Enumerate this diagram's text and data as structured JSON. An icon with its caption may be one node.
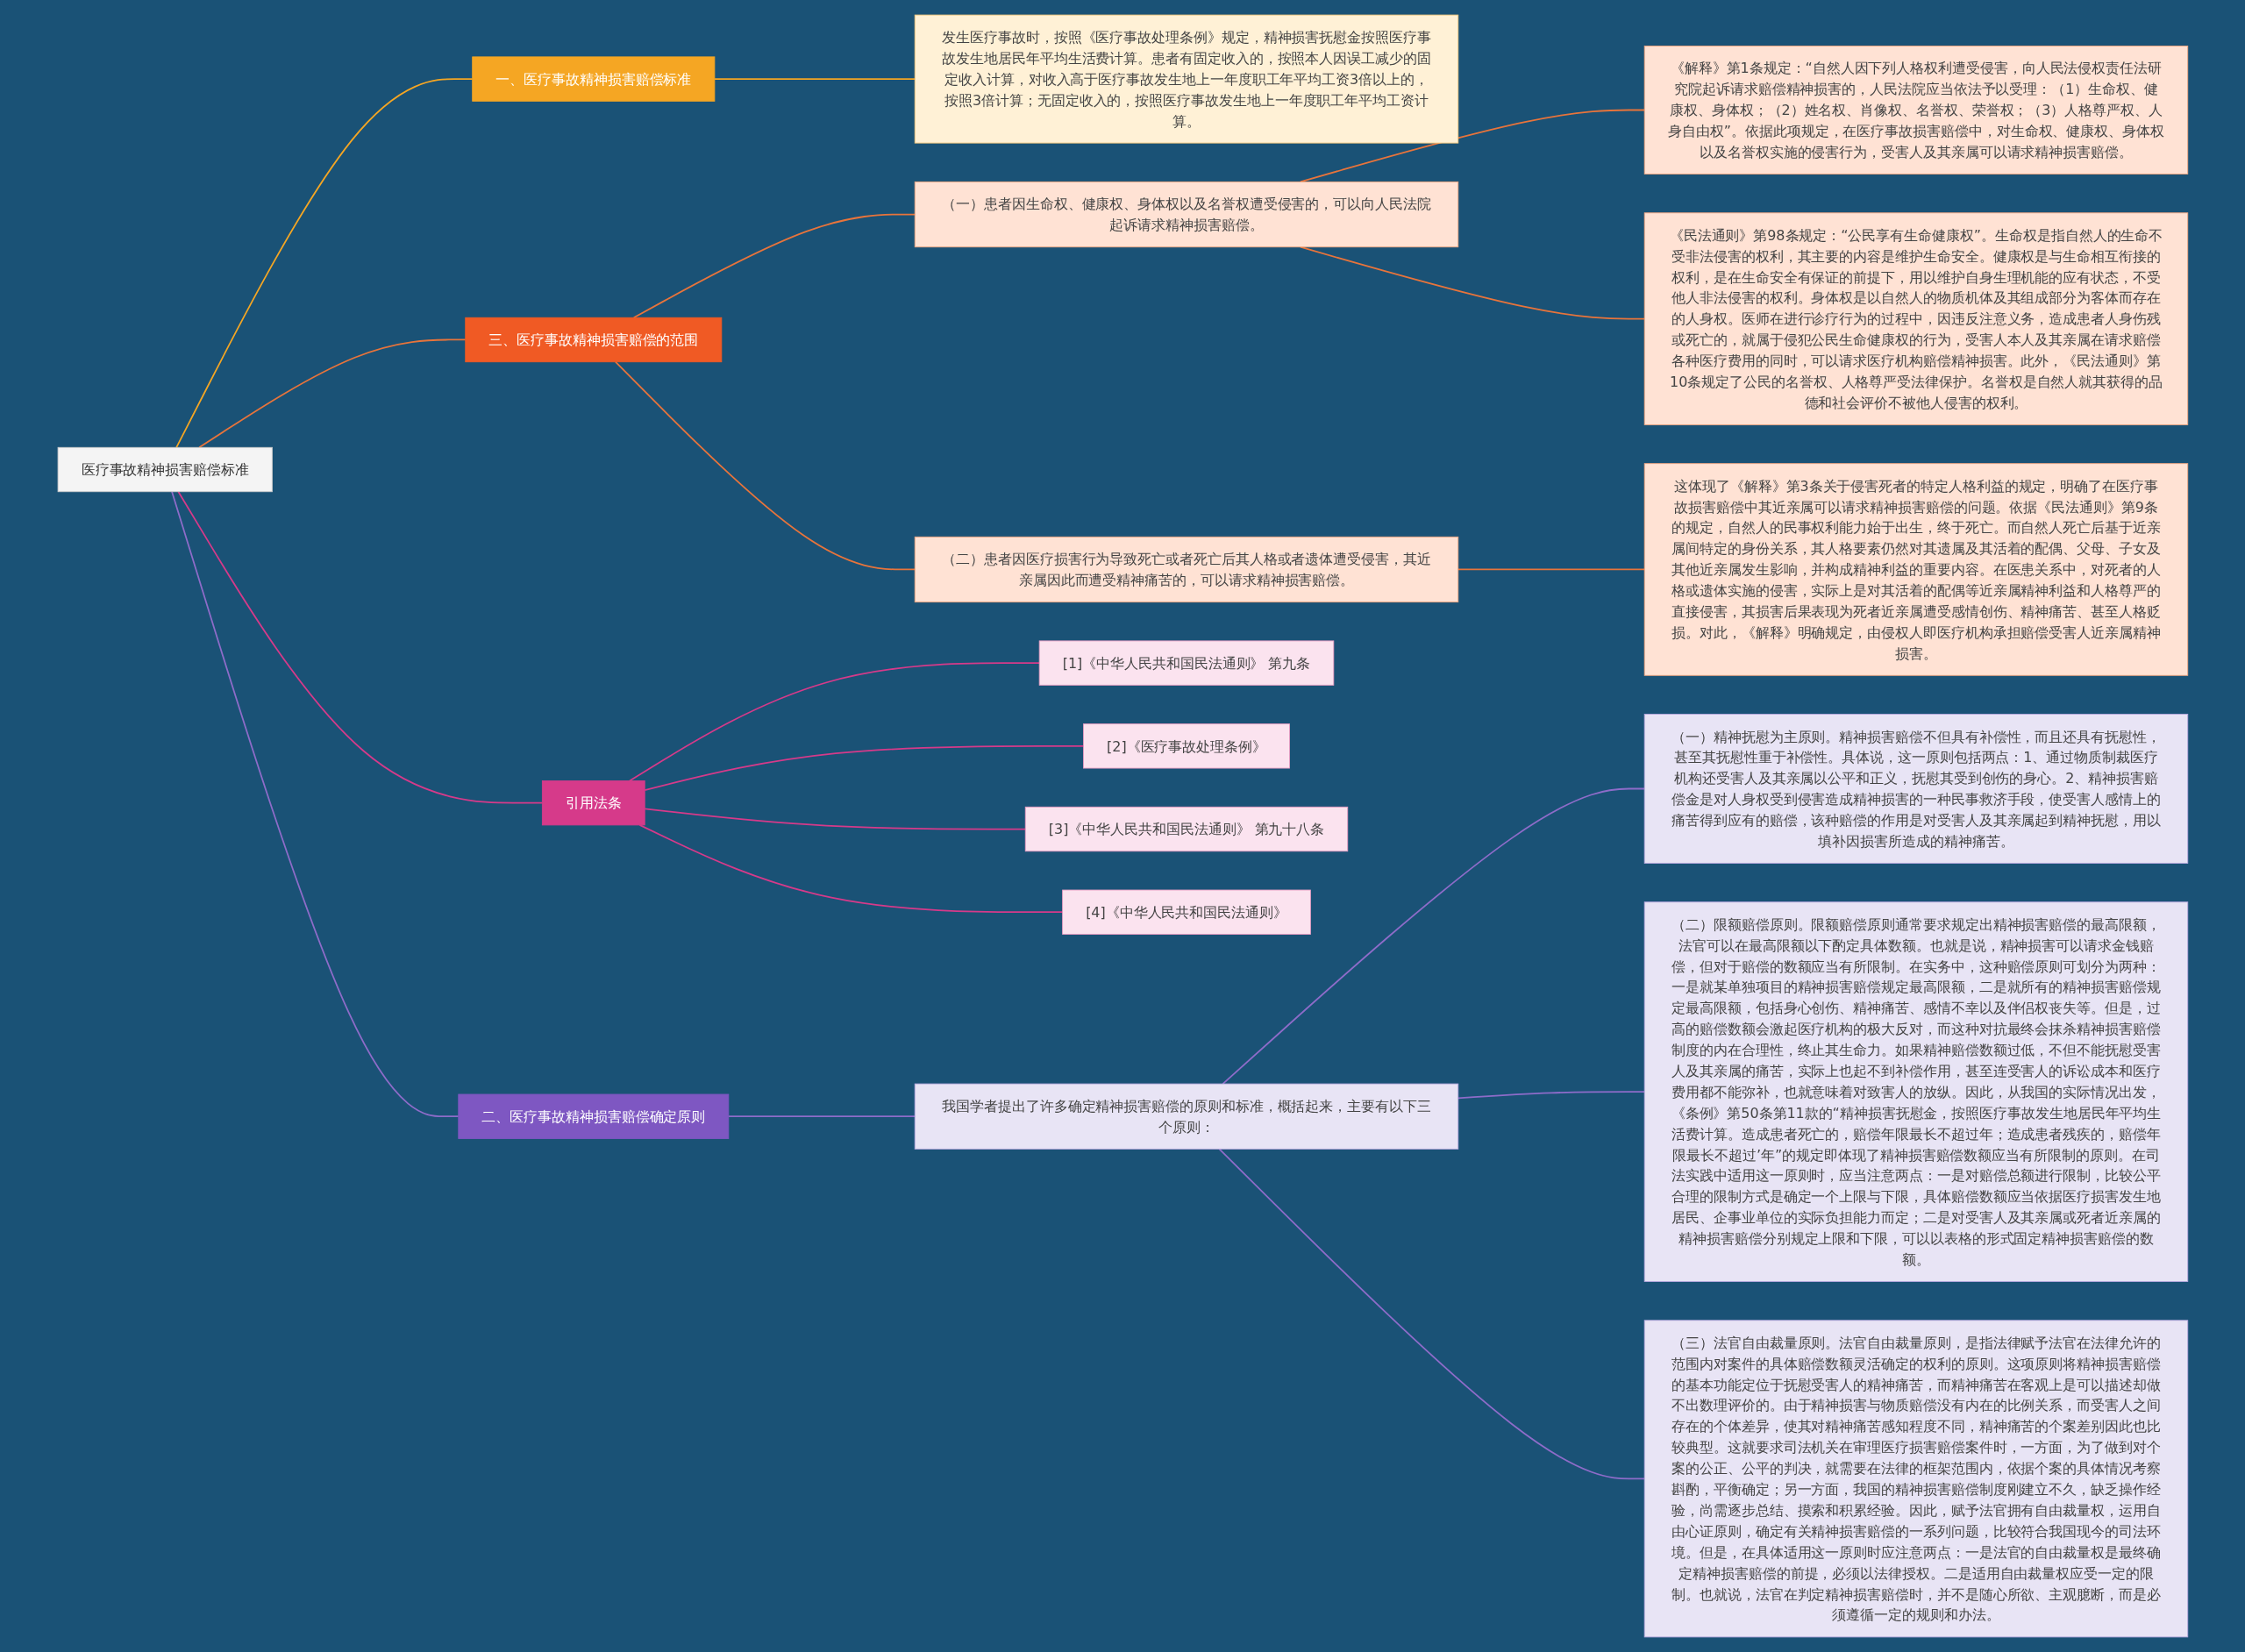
{
  "diagram": {
    "nodes": [
      {
        "text": [
          "医疗事故精神损害赔偿标准"
        ]
      },
      {
        "text": [
          "一、医疗事故精神损害赔偿标准"
        ]
      },
      {
        "text": [
          "发生医疗事故时，按照《医疗事故处理条例》规定，精神损害抚慰金按照医疗事故发生地居民年平均生活费计算。患者有固定收入的，按照本人因误工减少的固定收入计算，对收入高于医疗事故发生地上一年度职工年平均工资3倍以上的，按照3倍计算；无固定收入的，按照医疗事故发生地上一年度职工年平均工资计算。"
        ]
      },
      {
        "text": [
          "三、医疗事故精神损害赔偿的范围"
        ]
      },
      {
        "text": [
          "（一）患者因生命权、健康权、身体权以及名誉权遭受侵害的，可以向人民法院起诉请求精神损害赔偿。"
        ]
      },
      {
        "text": [
          "《解释》第1条规定：“自然人因下列人格权利遭受侵害，向人民法侵权责任法研究院起诉请求赔偿精神损害的，人民法院应当依法予以受理：（1）生命权、健康权、身体权；（2）姓名权、肖像权、名誉权、荣誉权；（3）人格尊严权、人身自由权”。依据此项规定，在医疗事故损害赔偿中，对生命权、健康权、身体权以及名誉权实施的侵害行为，受害人及其亲属可以请求精神损害赔偿。"
        ]
      },
      {
        "text": [
          "《民法通则》第98条规定：“公民享有生命健康权”。生命权是指自然人的生命不受非法侵害的权利，其主要的内容是维护生命安全。健康权是与生命相互衔接的权利，是在生命安全有保证的前提下，用以维护自身生理机能的应有状态，不受他人非法侵害的权利。身体权是以自然人的物质机体及其组成部分为客体而存在的人身权。医师在进行诊疗行为的过程中，因违反注意义务，造成患者人身伤残或死亡的，就属于侵犯公民生命健康权的行为，受害人本人及其亲属在请求赔偿各种医疗费用的同时，可以请求医疗机构赔偿精神损害。此外，《民法通则》第10条规定了公民的名誉权、人格尊严受法律保护。名誉权是自然人就其获得的品德和社会评价不被他人侵害的权利。"
        ]
      },
      {
        "text": [
          "（二）患者因医疗损害行为导致死亡或者死亡后其人格或者遗体遭受侵害，其近亲属因此而遭受精神痛苦的，可以请求精神损害赔偿。"
        ]
      },
      {
        "text": [
          "这体现了《解释》第3条关于侵害死者的特定人格利益的规定，明确了在医疗事故损害赔偿中其近亲属可以请求精神损害赔偿的问题。依据《民法通则》第9条的规定，自然人的民事权利能力始于出生，终于死亡。而自然人死亡后基于近亲属间特定的身份关系，其人格要素仍然对其遗属及其活着的配偶、父母、子女及其他近亲属发生影响，并构成精神利益的重要内容。在医患关系中，对死者的人格或遗体实施的侵害，实际上是对其活着的配偶等近亲属精神利益和人格尊严的直接侵害，其损害后果表现为死者近亲属遭受感情创伤、精神痛苦、甚至人格贬损。对此，《解释》明确规定，由侵权人即医疗机构承担赔偿受害人近亲属精神损害。"
        ]
      },
      {
        "text": [
          "二、医疗事故精神损害赔偿确定原则"
        ]
      },
      {
        "text": [
          "我国学者提出了许多确定精神损害赔偿的原则和标准，概括起来，主要有以下三个原则："
        ]
      },
      {
        "text": [
          "（一）精神抚慰为主原则。精神损害赔偿不但具有补偿性，而且还具有抚慰性，甚至其抚慰性重于补偿性。具体说，这一原则包括两点：1、通过物质制裁医疗机构还受害人及其亲属以公平和正义，抚慰其受到创伤的身心。2、精神损害赔偿金是对人身权受到侵害造成精神损害的一种民事救济手段，使受害人感情上的痛苦得到应有的赔偿，该种赔偿的作用是对受害人及其亲属起到精神抚慰，用以填补因损害所造成的精神痛苦。"
        ]
      },
      {
        "text": [
          "（二）限额赔偿原则。限额赔偿原则通常要求规定出精神损害赔偿的最高限额，法官可以在最高限额以下酌定具体数额。也就是说，精神损害可以请求金钱赔偿，但对于赔偿的数额应当有所限制。在实务中，这种赔偿原则可划分为两种：一是就某单独项目的精神损害赔偿规定最高限额，二是就所有的精神损害赔偿规定最高限额，包括身心创伤、精神痛苦、感情不幸以及伴侣权丧失等。但是，过高的赔偿数额会激起医疗机构的极大反对，而这种对抗最终会抹杀精神损害赔偿制度的内在合理性，终止其生命力。如果精神赔偿数额过低，不但不能抚慰受害人及其亲属的痛苦，实际上也起不到补偿作用，甚至连受害人的诉讼成本和医疗费用都不能弥补，也就意味着对致害人的放纵。因此，从我国的实际情况出发，《条例》第50条第11款的“精神损害抚慰金，按照医疗事故发生地居民年平均生活费计算。造成患者死亡的，赔偿年限最长不超过年；造成患者残疾的，赔偿年限最长不超过’年”的规定即体现了精神损害赔偿数额应当有所限制的原则。在司法实践中适用这一原则时，应当注意两点：一是对赔偿总额进行限制，比较公平合理的限制方式是确定一个上限与下限，具体赔偿数额应当依据医疗损害发生地居民、企事业单位的实际负担能力而定；二是对受害人及其亲属或死者近亲属的精神损害赔偿分别规定上限和下限，可以以表格的形式固定精神损害赔偿的数额。"
        ]
      },
      {
        "text": [
          "（三）法官自由裁量原则。法官自由裁量原则，是指法律赋予法官在法律允许的范围内对案件的具体赔偿数额灵活确定的权利的原则。这项原则将精神损害赔偿的基本功能定位于抚慰受害人的精神痛苦，而精神痛苦在客观上是可以描述却做不出数理评价的。由于精神损害与物质赔偿没有内在的比例关系，而受害人之间存在的个体差异，使其对精神痛苦感知程度不同，精神痛苦的个案差别因此也比较典型。这就要求司法机关在审理医疗损害赔偿案件时，一方面，为了做到对个案的公正、公平的判决，就需要在法律的框架范围内，依据个案的具体情况考察斟酌，平衡确定；另一方面，我国的精神损害赔偿制度刚建立不久，缺乏操作经验，尚需逐步总结、摸索和积累经验。因此，赋予法官拥有自由裁量权，运用自由心证原则，确定有关精神损害赔偿的一系列问题，比较符合我国现今的司法环境。但是，在具体适用这一原则时应注意两点：一是法官的自由裁量权是最终确定精神损害赔偿的前提，必须以法律授权。二是适用自由裁量权应受一定的限制。也就说，法官在判定精神损害赔偿时，并不是随心所欲、主观臆断，而是必须遵循一定的规则和办法。"
        ]
      },
      {
        "text": [
          "引用法条"
        ]
      },
      {
        "text": [
          "[1]《中华人民共和国民法通则》 第九条"
        ]
      },
      {
        "text": [
          "[2]《医疗事故处理条例》"
        ]
      },
      {
        "text": [
          "[3]《中华人民共和国民法通则》 第九十八条"
        ]
      },
      {
        "text": [
          "[4]《中华人民共和国民法通则》"
        ]
      }
    ],
    "edges": [
      {
        "from": 0,
        "to": 1,
        "arrow": "none",
        "color": "#f5a623"
      },
      {
        "from": 1,
        "to": 2,
        "arrow": "none",
        "color": "#f5a623"
      },
      {
        "from": 0,
        "to": 3,
        "arrow": "none",
        "color": "#e8743b"
      },
      {
        "from": 3,
        "to": 4,
        "arrow": "none",
        "color": "#e8743b"
      },
      {
        "from": 4,
        "to": 5,
        "arrow": "none",
        "color": "#e8743b"
      },
      {
        "from": 4,
        "to": 6,
        "arrow": "none",
        "color": "#e8743b"
      },
      {
        "from": 3,
        "to": 7,
        "arrow": "none",
        "color": "#e8743b"
      },
      {
        "from": 7,
        "to": 8,
        "arrow": "none",
        "color": "#e8743b"
      },
      {
        "from": 0,
        "to": 9,
        "arrow": "none",
        "color": "#8e6cc9"
      },
      {
        "from": 9,
        "to": 10,
        "arrow": "none",
        "color": "#8e6cc9"
      },
      {
        "from": 10,
        "to": 11,
        "arrow": "none",
        "color": "#8e6cc9"
      },
      {
        "from": 10,
        "to": 12,
        "arrow": "none",
        "color": "#8e6cc9"
      },
      {
        "from": 10,
        "to": 13,
        "arrow": "none",
        "color": "#8e6cc9"
      },
      {
        "from": 0,
        "to": 14,
        "arrow": "none",
        "color": "#d63a8a"
      },
      {
        "from": 14,
        "to": 15,
        "arrow": "none",
        "color": "#d63a8a"
      },
      {
        "from": 14,
        "to": 16,
        "arrow": "none",
        "color": "#d63a8a"
      },
      {
        "from": 14,
        "to": 17,
        "arrow": "none",
        "color": "#d63a8a"
      },
      {
        "from": 14,
        "to": 18,
        "arrow": "none",
        "color": "#d63a8a"
      }
    ]
  }
}
